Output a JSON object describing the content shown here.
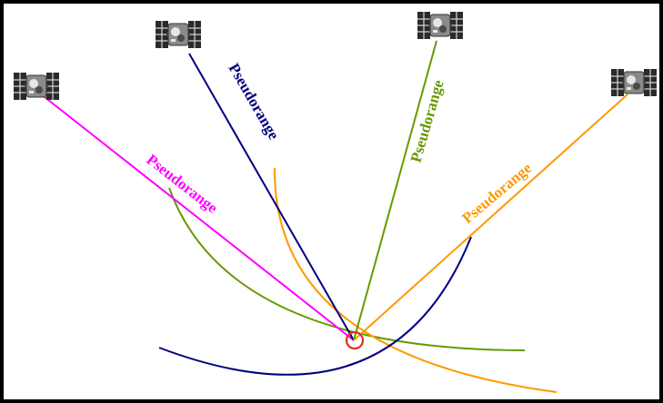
{
  "diagram": {
    "colors": {
      "magenta": "#ff00ff",
      "navy": "#000080",
      "green": "#669900",
      "orange": "#ff9900",
      "receiver": "#e03020",
      "frame": "#000000"
    },
    "satellites": [
      {
        "id": "sat-1",
        "icon": "satellite-icon",
        "range_color": "magenta",
        "range_label": "Pseudorange"
      },
      {
        "id": "sat-2",
        "icon": "satellite-icon",
        "range_color": "navy",
        "range_label": "Pseudorange"
      },
      {
        "id": "sat-3",
        "icon": "satellite-icon",
        "range_color": "green",
        "range_label": "Pseudorange"
      },
      {
        "id": "sat-4",
        "icon": "satellite-icon",
        "range_color": "orange",
        "range_label": "Pseudorange"
      }
    ],
    "receiver": {
      "icon": "receiver-position-circle"
    }
  }
}
